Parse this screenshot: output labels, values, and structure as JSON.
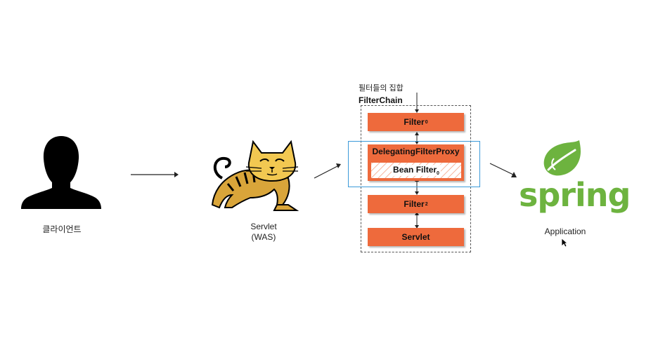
{
  "client": {
    "label": "클라이언트"
  },
  "was": {
    "line1": "Servlet",
    "line2": "(WAS)"
  },
  "chain": {
    "note": "필터들의 집합",
    "title": "FilterChain",
    "filter0": {
      "name": "Filter",
      "sub": "0"
    },
    "proxy": {
      "label": "DelegatingFilterProxy"
    },
    "bean": {
      "name": "Bean Filter",
      "sub": "0"
    },
    "filter2": {
      "name": "Filter",
      "sub": "2"
    },
    "servlet": {
      "label": "Servlet"
    }
  },
  "app": {
    "logo": "spring",
    "label": "Application"
  },
  "colors": {
    "box": "#ee6a3c",
    "highlight": "#3b9ad9",
    "spring_green": "#6db33f"
  }
}
